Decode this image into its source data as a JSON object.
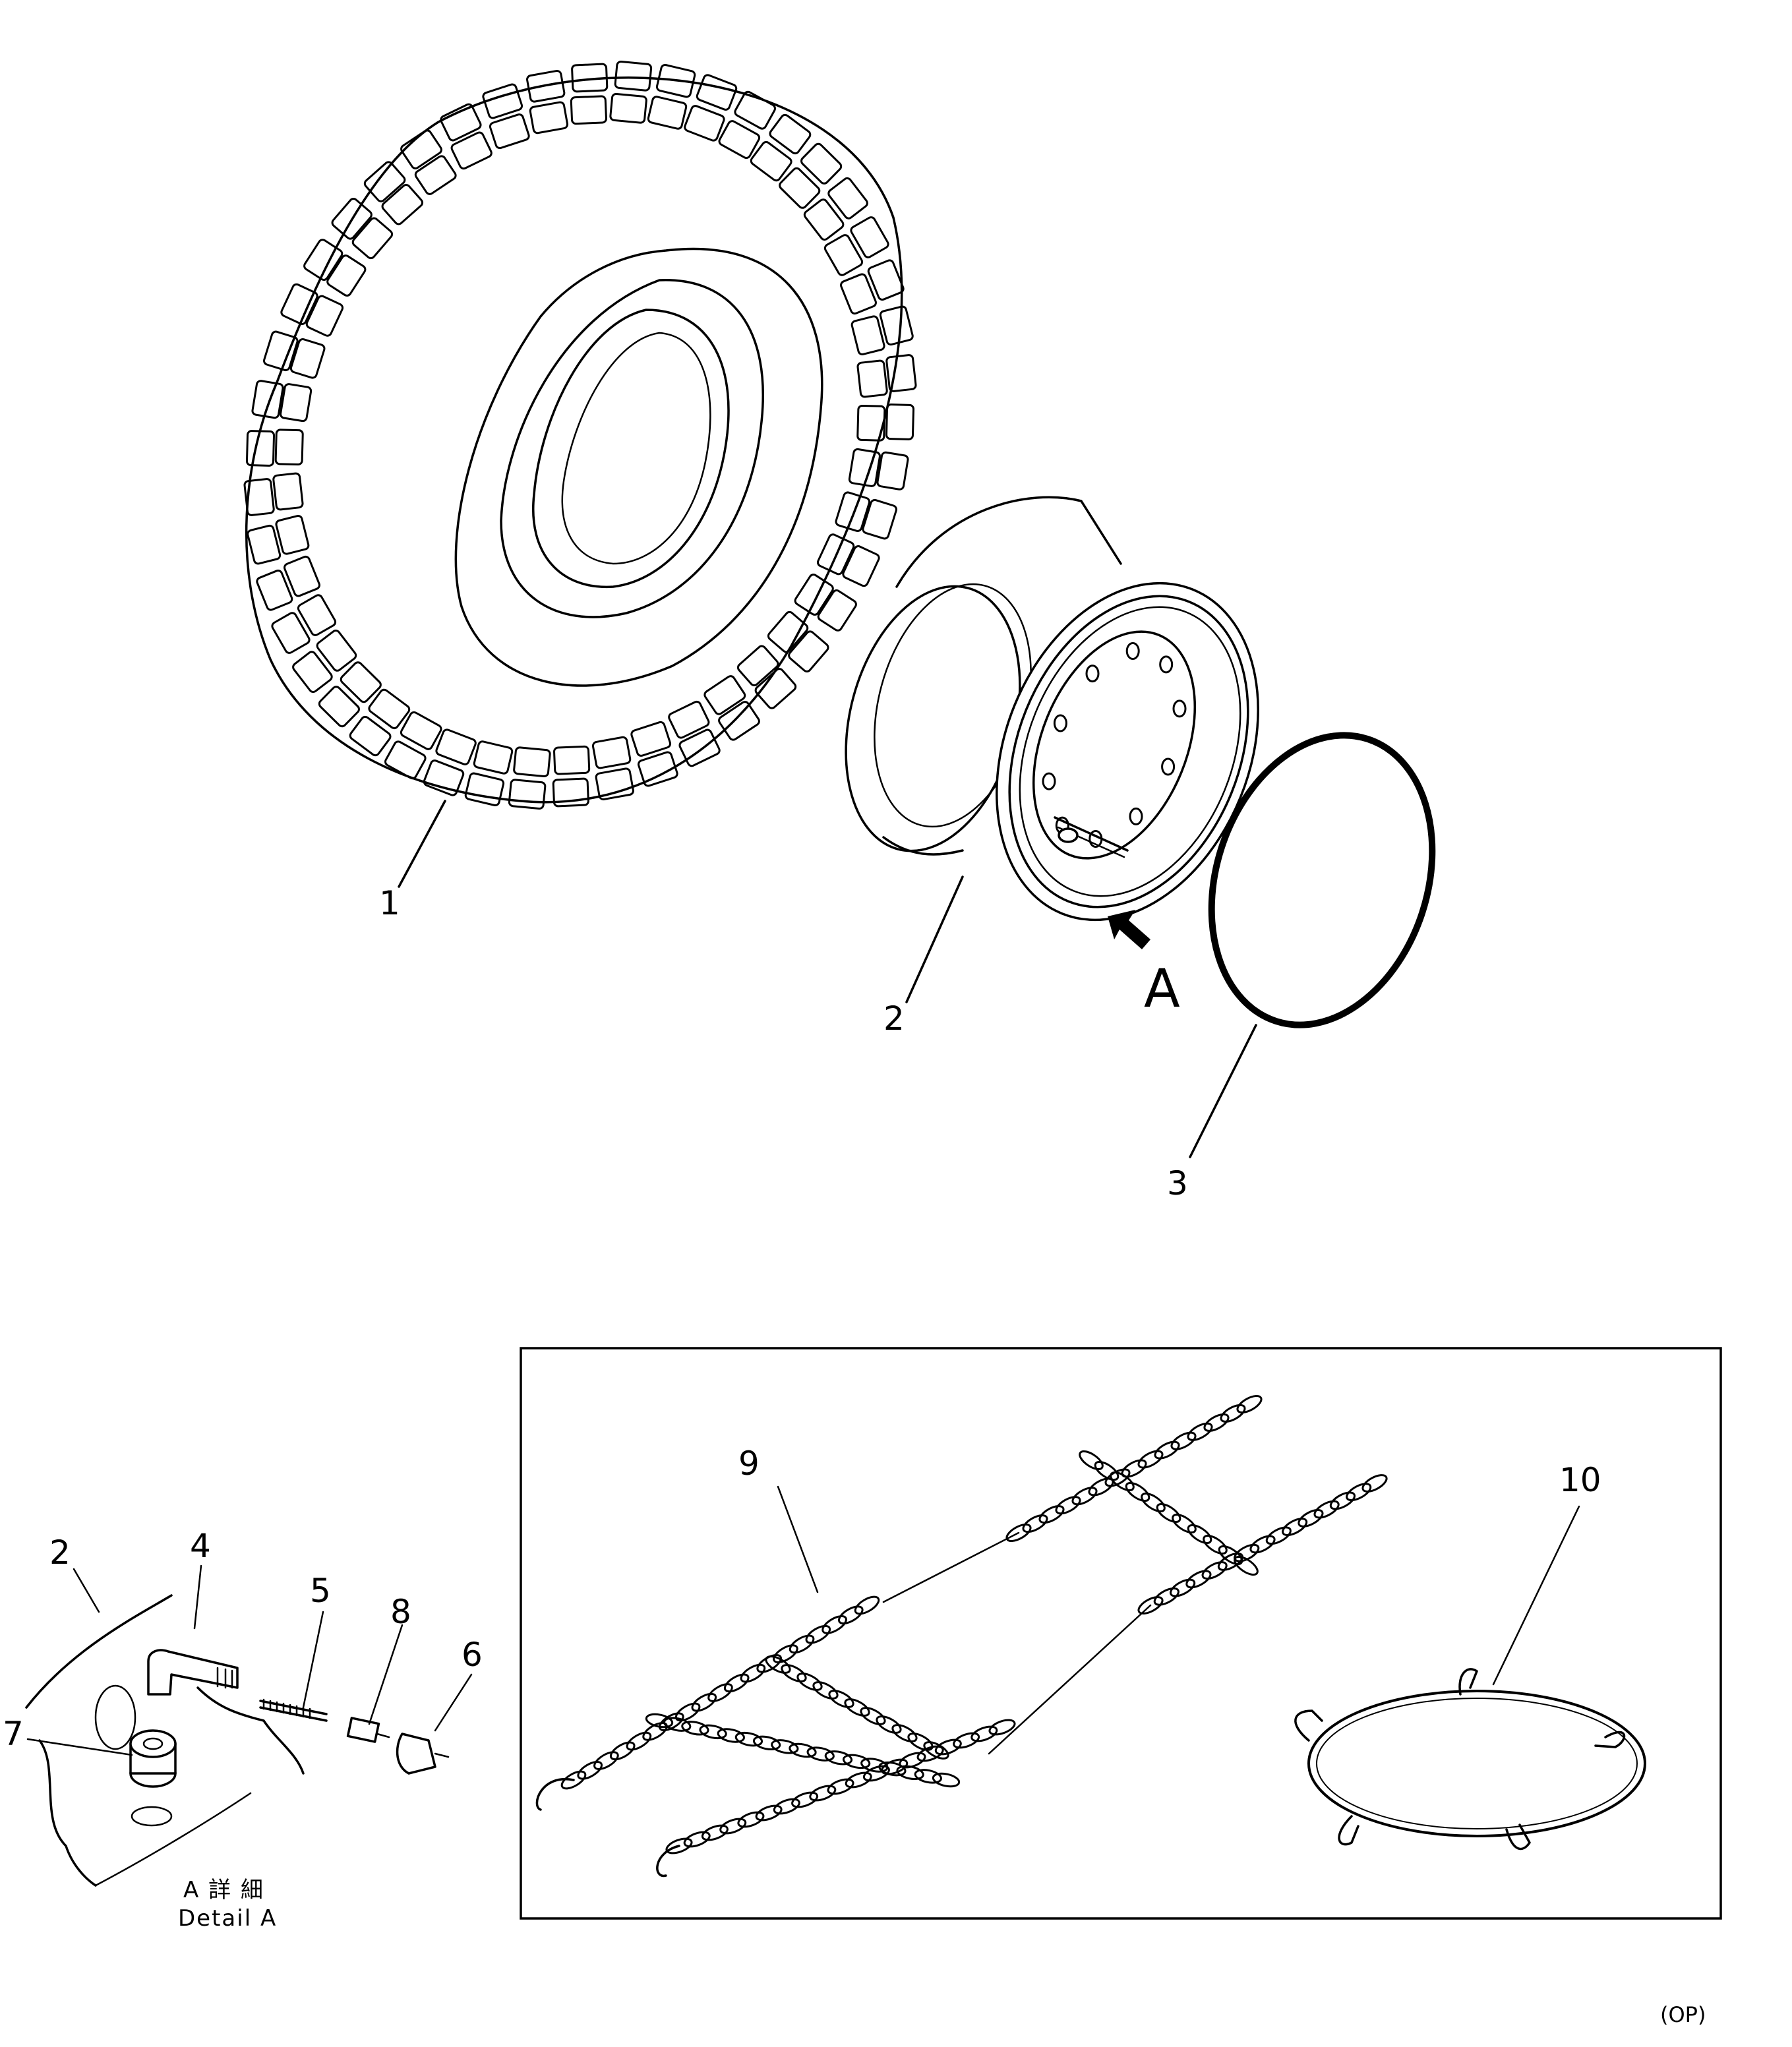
{
  "callouts": {
    "c1": "1",
    "c2": "2",
    "c3": "3",
    "view_a": "A",
    "d2": "2",
    "d4": "4",
    "d5": "5",
    "d8": "8",
    "d6": "6",
    "d7": "7",
    "c9": "9",
    "c10": "10"
  },
  "detail": {
    "caption_jp": "A 詳 細",
    "caption_en": "Detail A"
  },
  "footer": {
    "code": "(OP)"
  }
}
